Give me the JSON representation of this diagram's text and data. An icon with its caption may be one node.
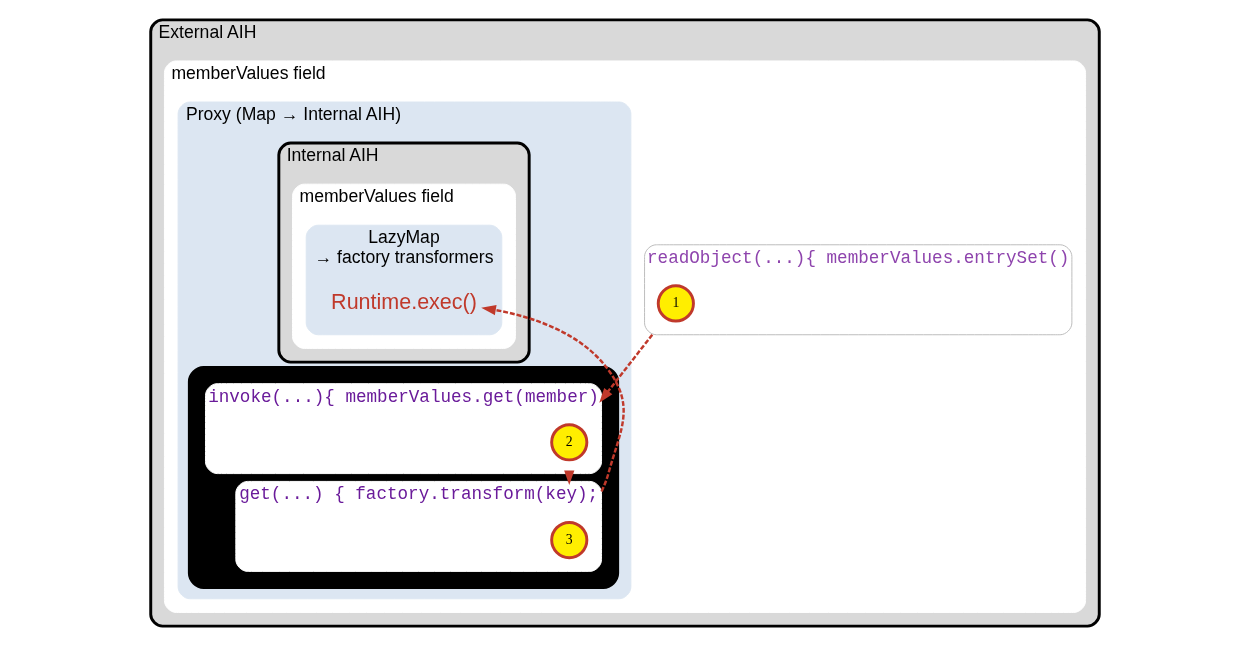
{
  "diagram": {
    "nodes": [
      {
        "text": [
          "External AIH"
        ]
      },
      {
        "text": [
          "memberValues field"
        ],
        "in": 0
      },
      {
        "text": [
          "readObject(...){ memberValues.entrySet()"
        ],
        "in": 1
      },
      {
        "text": [
          "1"
        ],
        "in": 2
      },
      {
        "text": [
          "Proxy (Map → Internal AIH)"
        ],
        "in": 1
      },
      {
        "text": [
          "Internal AIH"
        ],
        "in": 4
      },
      {
        "text": [],
        "shape": "cloud",
        "in": 4
      },
      {
        "text": [
          "invoke(...){ memberValues.get(member)"
        ],
        "in": 6
      },
      {
        "text": [
          "2"
        ],
        "in": 7
      },
      {
        "text": [
          "memberValues field"
        ],
        "in": 5
      },
      {
        "text": [
          "get(...) { factory.transform(key);"
        ],
        "in": 6
      },
      {
        "text": [
          "3"
        ],
        "in": 10
      },
      {
        "text": [
          "LazyMap",
          "→ factory transformers"
        ],
        "in": 9
      },
      {
        "text": [
          "Runtime.exec()"
        ],
        "in": 12
      }
    ],
    "edges": [
      {
        "from": 2,
        "to": 7,
        "arrow": "to",
        "style": "dashed",
        "color": "#c0392b"
      },
      {
        "from": 7,
        "to": 10,
        "arrow": "to",
        "style": "dashed",
        "color": "#c0392b"
      },
      {
        "from": 10,
        "to": 13,
        "arrow": "to",
        "style": "dashed",
        "color": "#c0392b"
      }
    ]
  }
}
